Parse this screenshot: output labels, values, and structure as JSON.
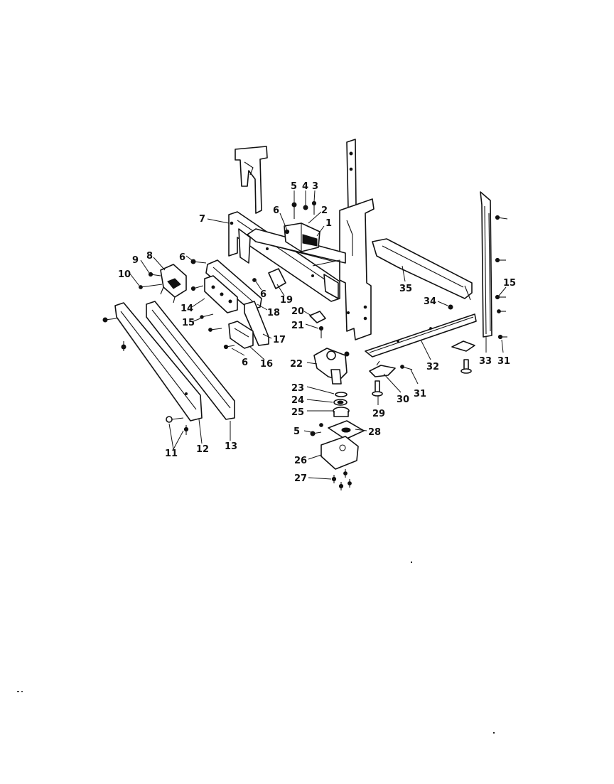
{
  "diagram": {
    "callouts": [
      {
        "id": "c1",
        "label": "1"
      },
      {
        "id": "c2",
        "label": "2"
      },
      {
        "id": "c3",
        "label": "3"
      },
      {
        "id": "c4",
        "label": "4"
      },
      {
        "id": "c5a",
        "label": "5"
      },
      {
        "id": "c5b",
        "label": "5"
      },
      {
        "id": "c6a",
        "label": "6"
      },
      {
        "id": "c6b",
        "label": "6"
      },
      {
        "id": "c6c",
        "label": "6"
      },
      {
        "id": "c6d",
        "label": "6"
      },
      {
        "id": "c6e",
        "label": "6"
      },
      {
        "id": "c7",
        "label": "7"
      },
      {
        "id": "c8",
        "label": "8"
      },
      {
        "id": "c9",
        "label": "9"
      },
      {
        "id": "c10",
        "label": "10"
      },
      {
        "id": "c11",
        "label": "11"
      },
      {
        "id": "c12",
        "label": "12"
      },
      {
        "id": "c13",
        "label": "13"
      },
      {
        "id": "c14",
        "label": "14"
      },
      {
        "id": "c15a",
        "label": "15"
      },
      {
        "id": "c15b",
        "label": "15"
      },
      {
        "id": "c16",
        "label": "16"
      },
      {
        "id": "c17",
        "label": "17"
      },
      {
        "id": "c18",
        "label": "18"
      },
      {
        "id": "c19",
        "label": "19"
      },
      {
        "id": "c20",
        "label": "20"
      },
      {
        "id": "c21",
        "label": "21"
      },
      {
        "id": "c22",
        "label": "22"
      },
      {
        "id": "c23",
        "label": "23"
      },
      {
        "id": "c24",
        "label": "24"
      },
      {
        "id": "c25",
        "label": "25"
      },
      {
        "id": "c26",
        "label": "26"
      },
      {
        "id": "c27",
        "label": "27"
      },
      {
        "id": "c28",
        "label": "28"
      },
      {
        "id": "c29",
        "label": "29"
      },
      {
        "id": "c30",
        "label": "30"
      },
      {
        "id": "c31a",
        "label": "31"
      },
      {
        "id": "c31b",
        "label": "31"
      },
      {
        "id": "c32",
        "label": "32"
      },
      {
        "id": "c33",
        "label": "33"
      },
      {
        "id": "c34",
        "label": "34"
      },
      {
        "id": "c35",
        "label": "35"
      }
    ]
  }
}
